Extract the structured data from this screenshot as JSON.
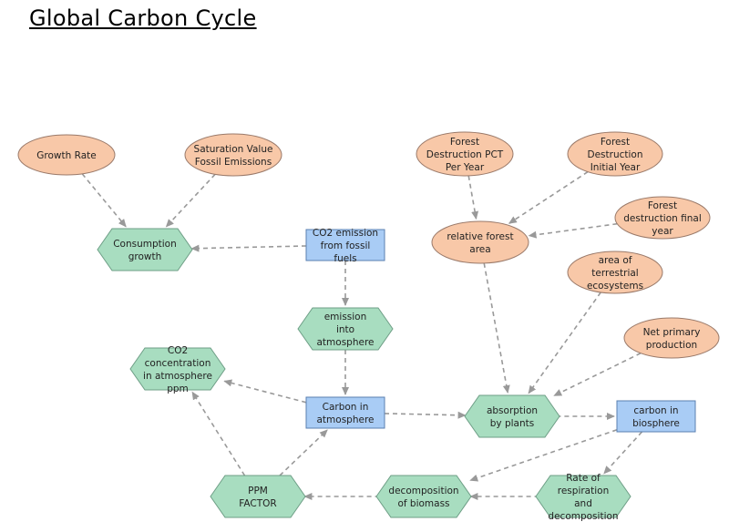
{
  "page": {
    "title": "Global Carbon Cycle"
  },
  "colors": {
    "ellipse_fill": "#f8c8a8",
    "ellipse_stroke": "#9a7a6a",
    "hex_fill": "#a8ddc0",
    "hex_stroke": "#6e9e86",
    "rect_fill": "#a9ccf5",
    "rect_stroke": "#5a7fb0",
    "arrow": "#999999"
  },
  "nodes": {
    "growth_rate": {
      "lines": [
        "Growth Rate"
      ]
    },
    "saturation_value": {
      "lines": [
        "Saturation Value",
        "Fossil Emissions"
      ]
    },
    "forest_destruction_pct": {
      "lines": [
        "Forest",
        "Destruction PCT",
        "Per Year"
      ]
    },
    "forest_destruction_initial": {
      "lines": [
        "Forest",
        "Destruction",
        "Initial Year"
      ]
    },
    "forest_destruction_final": {
      "lines": [
        "Forest",
        "destruction final",
        "year"
      ]
    },
    "relative_forest_area": {
      "lines": [
        "relative forest",
        "area"
      ]
    },
    "consumption_growth": {
      "lines": [
        "Consumption",
        "growth"
      ]
    },
    "co2_emission_fossil": {
      "lines": [
        "CO2 emission",
        "from fossil",
        "fuels"
      ]
    },
    "area_terrestrial": {
      "lines": [
        "area of",
        "terrestrial",
        "ecosystems"
      ]
    },
    "emission_into_atmosphere": {
      "lines": [
        "emission",
        "into",
        "atmosphere"
      ]
    },
    "net_primary_production": {
      "lines": [
        "Net primary",
        "production"
      ]
    },
    "co2_concentration": {
      "lines": [
        "CO2",
        "concentration",
        "in atmosphere",
        "ppm"
      ]
    },
    "carbon_in_atmosphere": {
      "lines": [
        "Carbon in",
        "atmosphere"
      ]
    },
    "absorption_by_plants": {
      "lines": [
        "absorption",
        "by plants"
      ]
    },
    "carbon_in_biosphere": {
      "lines": [
        "carbon in",
        "biosphere"
      ]
    },
    "ppm_factor": {
      "lines": [
        "PPM",
        "FACTOR"
      ]
    },
    "decomposition_biomass": {
      "lines": [
        "decomposition",
        "of biomass"
      ]
    },
    "rate_of_respiration": {
      "lines": [
        "Rate of",
        "respiration",
        "and",
        "decomposition"
      ]
    }
  }
}
